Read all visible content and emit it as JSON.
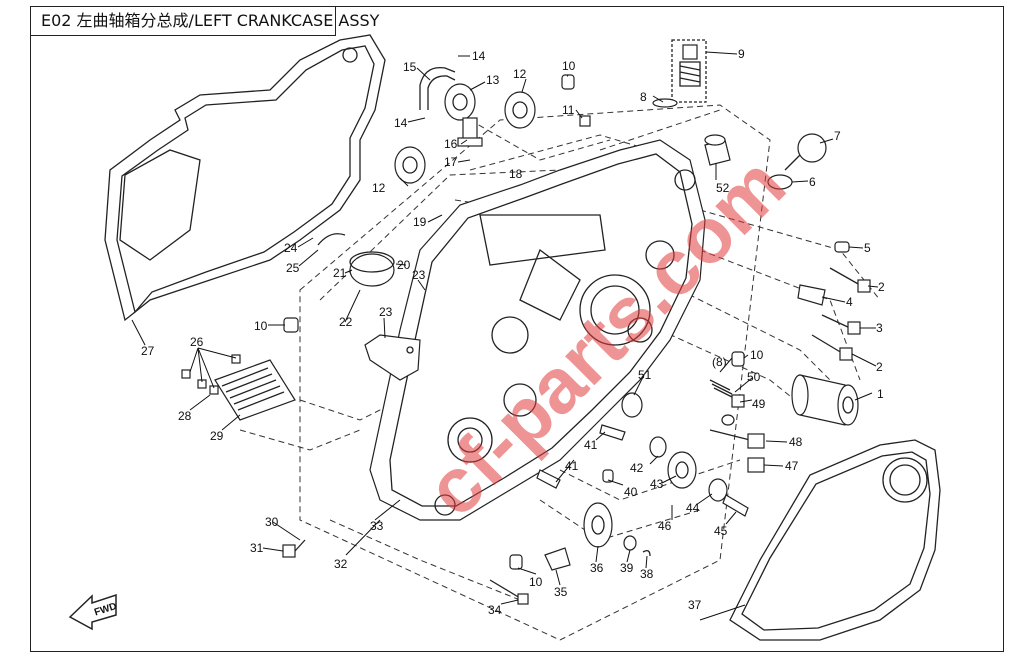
{
  "title": "E02 左曲轴箱分总成/LEFT CRANKCASE ASSY",
  "watermark": "cf-parts.com",
  "fwd_label": "FWD",
  "callouts": [
    "1",
    "2",
    "2",
    "3",
    "4",
    "5",
    "6",
    "7",
    "8",
    "(8)",
    "9",
    "10",
    "10",
    "10",
    "10",
    "11",
    "12",
    "12",
    "13",
    "14",
    "14",
    "15",
    "16",
    "17",
    "18",
    "19",
    "20",
    "21",
    "22",
    "23",
    "23",
    "24",
    "25",
    "26",
    "27",
    "28",
    "29",
    "30",
    "31",
    "32",
    "33",
    "34",
    "35",
    "36",
    "37",
    "38",
    "39",
    "40",
    "41",
    "41",
    "42",
    "43",
    "44",
    "45",
    "46",
    "47",
    "48",
    "49",
    "50",
    "51",
    "52"
  ]
}
